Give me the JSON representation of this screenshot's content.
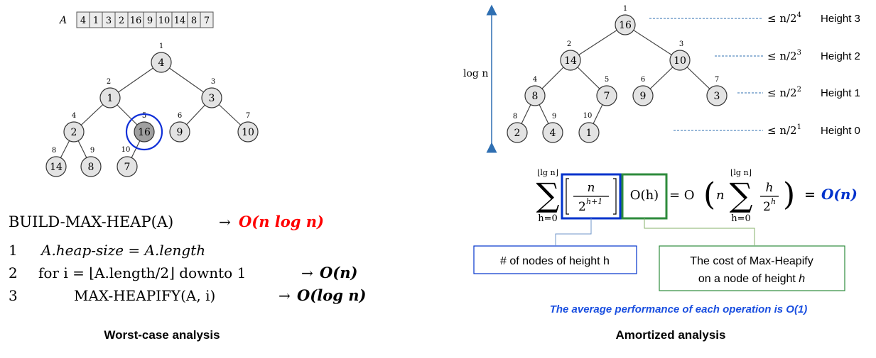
{
  "array": {
    "label": "A",
    "values": [
      "4",
      "1",
      "3",
      "2",
      "16",
      "9",
      "10",
      "14",
      "8",
      "7"
    ]
  },
  "left_tree": {
    "nodes": [
      {
        "index": "1",
        "value": "4"
      },
      {
        "index": "2",
        "value": "1"
      },
      {
        "index": "3",
        "value": "3"
      },
      {
        "index": "4",
        "value": "2"
      },
      {
        "index": "5",
        "value": "16"
      },
      {
        "index": "6",
        "value": "9"
      },
      {
        "index": "7",
        "value": "10"
      },
      {
        "index": "8",
        "value": "14"
      },
      {
        "index": "9",
        "value": "8"
      },
      {
        "index": "10",
        "value": "7"
      }
    ]
  },
  "algorithm": {
    "title": "BUILD-MAX-HEAP(A)",
    "title_cost": "O(n log n)",
    "lines": [
      {
        "num": "1",
        "text": "A.heap-size = A.length",
        "cost": ""
      },
      {
        "num": "2",
        "text": "for i = ⌊A.length/2⌋ downto 1",
        "cost": "O(n)"
      },
      {
        "num": "3",
        "text": "MAX-HEAPIFY(A, i)",
        "cost": "O(log n)"
      }
    ]
  },
  "left_caption": "Worst-case analysis",
  "right_tree": {
    "nodes": [
      {
        "index": "1",
        "value": "16"
      },
      {
        "index": "2",
        "value": "14"
      },
      {
        "index": "3",
        "value": "10"
      },
      {
        "index": "4",
        "value": "8"
      },
      {
        "index": "5",
        "value": "7"
      },
      {
        "index": "6",
        "value": "9"
      },
      {
        "index": "7",
        "value": "3"
      },
      {
        "index": "8",
        "value": "2"
      },
      {
        "index": "9",
        "value": "4"
      },
      {
        "index": "10",
        "value": "1"
      }
    ],
    "axis_label": "log n",
    "levels": [
      {
        "bound_base": "≤ n/2",
        "exp": "4",
        "height": "Height 3"
      },
      {
        "bound_base": "≤ n/2",
        "exp": "3",
        "height": "Height 2"
      },
      {
        "bound_base": "≤ n/2",
        "exp": "2",
        "height": "Height 1"
      },
      {
        "bound_base": "≤ n/2",
        "exp": "1",
        "height": "Height 0"
      }
    ]
  },
  "formula": {
    "sum_upper": "⌊lg n⌋",
    "sum_lower": "h=0",
    "frac_num": "n",
    "frac_den_base": "2",
    "frac_den_exp": "h+1",
    "cost": "O(h)",
    "eq1": "= O",
    "inner_n": "n",
    "inner_upper": "⌊lg n⌋",
    "inner_lower": "h=0",
    "inner_num": "h",
    "inner_den_base": "2",
    "inner_den_exp": "h",
    "result_eq": "=",
    "result": "O(n)"
  },
  "boxes": {
    "nodes_label": "# of nodes of height h",
    "cost_label_line1": "The cost of Max-Heapify",
    "cost_label_line2_prefix": "on a node of height",
    "cost_label_line2_var": "h"
  },
  "note": "The average performance of each operation is O(1)",
  "right_caption": "Amortized analysis",
  "colors": {
    "red": "#ff0000",
    "blue": "#0033cc",
    "green": "#2e8b3c",
    "node_fill": "#e3e3e3",
    "node_dark": "#a0a0a0"
  }
}
